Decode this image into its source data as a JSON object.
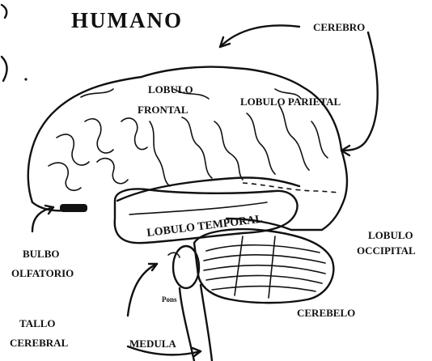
{
  "title": "HUMANO",
  "labels": {
    "cerebro": "CEREBRO",
    "lobulo_frontal_1": "LOBULO",
    "lobulo_frontal_2": "FRONTAL",
    "lobulo_parietal": "LOBULO PARIETAL",
    "lobulo_temporal": "LOBULO TEMPORAL",
    "lobulo_occipital_1": "LOBULO",
    "lobulo_occipital_2": "OCCIPITAL",
    "bulbo_olfatorio_1": "BULBO",
    "bulbo_olfatorio_2": "OLFATORIO",
    "pons": "Pons",
    "cerebelo": "CEREBELO",
    "tallo_cerebral_1": "TALLO",
    "tallo_cerebral_2": "CEREBRAL",
    "medula": "MEDULA"
  },
  "colors": {
    "ink": "#111111",
    "paper": "#ffffff"
  }
}
